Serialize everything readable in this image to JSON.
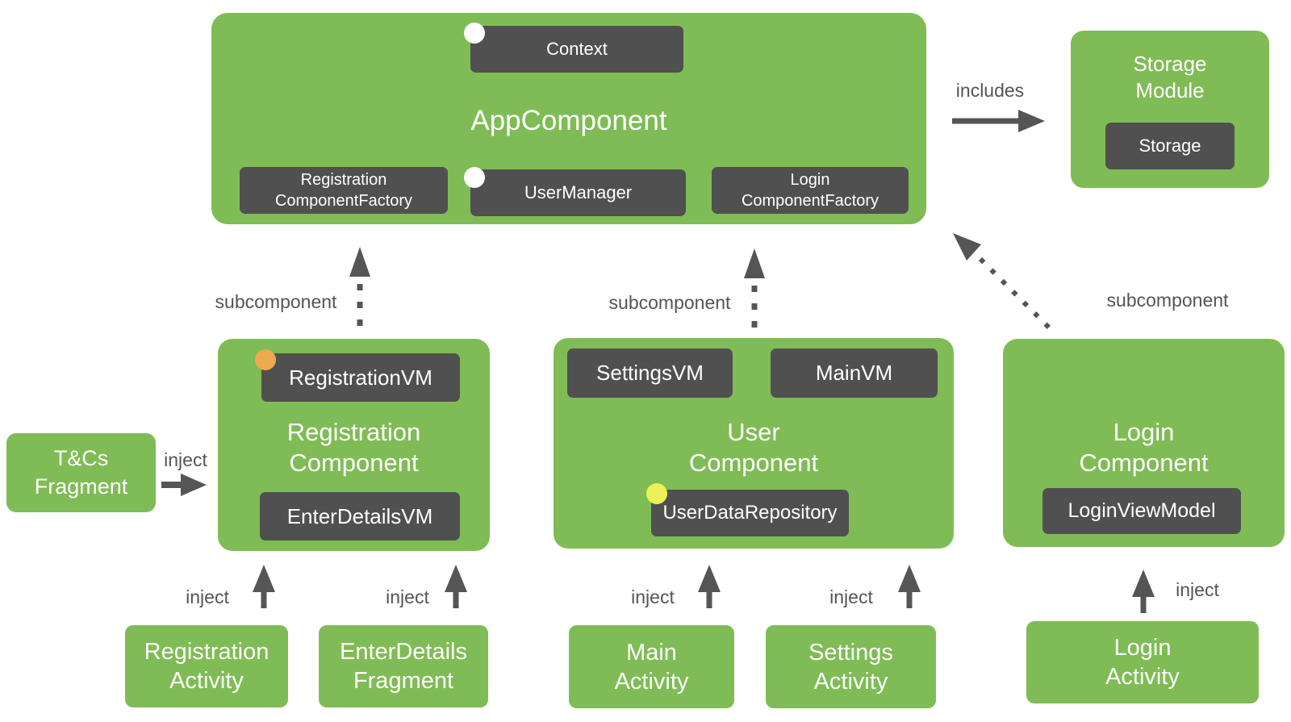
{
  "diagram": {
    "app_component": {
      "title": "AppComponent",
      "context_chip": "Context",
      "registration_factory": {
        "line1": "Registration",
        "line2": "ComponentFactory"
      },
      "user_manager_chip": "UserManager",
      "login_factory": {
        "line1": "Login",
        "line2": "ComponentFactory"
      }
    },
    "storage_module": {
      "title": {
        "line1": "Storage",
        "line2": "Module"
      },
      "storage_chip": "Storage"
    },
    "registration_component": {
      "title": {
        "line1": "Registration",
        "line2": "Component"
      },
      "registration_vm_chip": "RegistrationVM",
      "enter_details_vm_chip": "EnterDetailsVM"
    },
    "user_component": {
      "title": {
        "line1": "User",
        "line2": "Component"
      },
      "settings_vm_chip": "SettingsVM",
      "main_vm_chip": "MainVM",
      "user_data_repository_chip": "UserDataRepository"
    },
    "login_component": {
      "title": {
        "line1": "Login",
        "line2": "Component"
      },
      "login_view_model_chip": "LoginViewModel"
    },
    "tcs_fragment": {
      "title": {
        "line1": "T&Cs",
        "line2": "Fragment"
      }
    },
    "activities": {
      "registration_activity": {
        "line1": "Registration",
        "line2": "Activity"
      },
      "enter_details_fragment": {
        "line1": "EnterDetails",
        "line2": "Fragment"
      },
      "main_activity": {
        "line1": "Main",
        "line2": "Activity"
      },
      "settings_activity": {
        "line1": "Settings",
        "line2": "Activity"
      },
      "login_activity": {
        "line1": "Login",
        "line2": "Activity"
      }
    },
    "labels": {
      "includes": "includes",
      "inject": "inject",
      "subcomponent": "subcomponent"
    },
    "scope_dots": {
      "context": "white",
      "user_manager": "white",
      "registration_vm": "orange",
      "user_data_repository": "yellow"
    },
    "colors": {
      "green": "#7FBC55",
      "dark": "#505050",
      "arrow": "#555555",
      "orange_dot": "#EFA94E",
      "yellow_dot": "#EDF056",
      "white_dot": "#FFFFFF",
      "background": "#FFFFFF"
    }
  }
}
